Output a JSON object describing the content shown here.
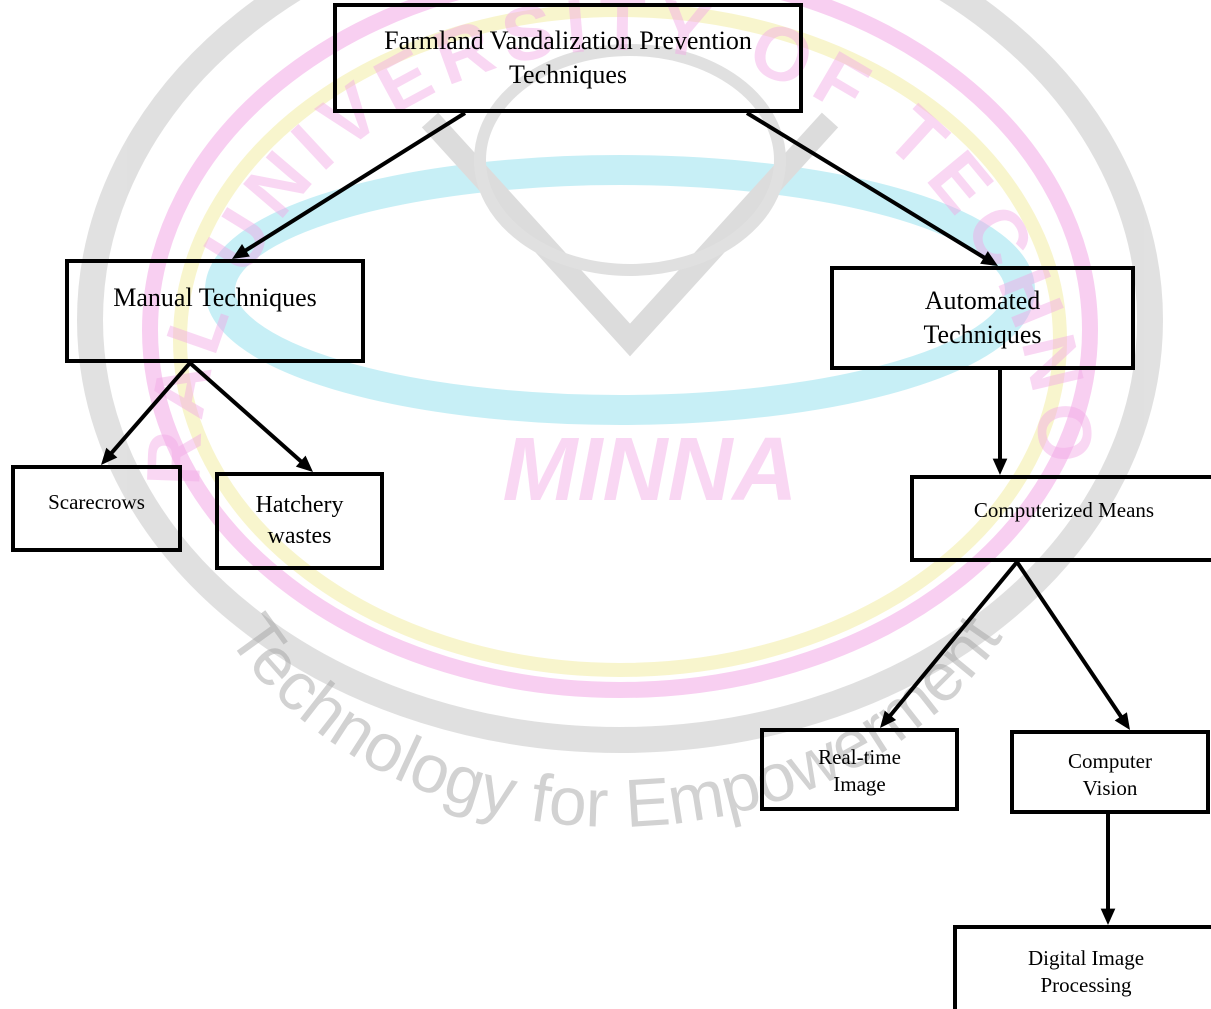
{
  "diagram": {
    "nodes": {
      "root": {
        "label": "Farmland Vandalization Prevention Techniques"
      },
      "manual": {
        "label": "Manual Techniques"
      },
      "automated": {
        "label": "Automated Techniques"
      },
      "scarecrows": {
        "label": "Scarecrows"
      },
      "hatchery": {
        "label": "Hatchery wastes"
      },
      "computerized": {
        "label": "Computerized Means"
      },
      "realtime": {
        "label": "Real-time Image"
      },
      "vision": {
        "label": "Computer Vision"
      },
      "dip": {
        "label": "Digital Image Processing"
      }
    },
    "edges": [
      {
        "from": "root",
        "to": "manual"
      },
      {
        "from": "root",
        "to": "automated"
      },
      {
        "from": "manual",
        "to": "scarecrows"
      },
      {
        "from": "manual",
        "to": "hatchery"
      },
      {
        "from": "automated",
        "to": "computerized"
      },
      {
        "from": "computerized",
        "to": "realtime"
      },
      {
        "from": "computerized",
        "to": "vision"
      },
      {
        "from": "vision",
        "to": "dip"
      }
    ]
  },
  "watermark": {
    "arc_top": "FEDERAL UNIVERSITY OF TECHNOLOGY",
    "city": "MINNA",
    "motto": "Technology for Empowerment"
  },
  "colors": {
    "box_border": "#000000",
    "arrow": "#000000",
    "watermark_gray": "#b8b8b8",
    "watermark_cyan": "#9be3ef",
    "watermark_magenta": "#f3a8e6",
    "watermark_yellow": "#f3eda6"
  }
}
